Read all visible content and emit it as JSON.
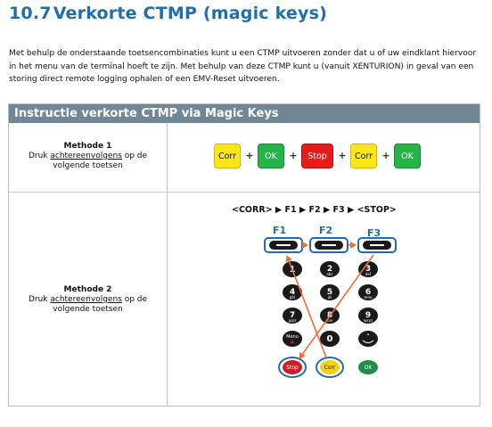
{
  "heading": {
    "number": "10.7",
    "title": "Verkorte CTMP (magic keys)"
  },
  "intro": "Met behulp de onderstaande toetsencombinaties kunt u een CTMP uitvoeren zonder dat u of uw eindklant hiervoor in het menu van de terminal hoeft te zijn. Met behulp van deze CTMP kunt u (vanuit XENTURION) in geval van een storing direct remote logging ophalen of een EMV-Reset uitvoeren.",
  "panel": {
    "title": "Instructie verkorte CTMP via Magic Keys",
    "method1": {
      "title": "Methode 1",
      "line_pre": "Druk ",
      "line_underlined": "achtereenvolgens",
      "line_post": " op de",
      "line2": "volgende toetsen"
    },
    "method2": {
      "title": "Methode 2",
      "line_pre": "Druk ",
      "line_underlined": "achtereenvolgens",
      "line_post": " op de",
      "line2": "volgende toetsen"
    },
    "combo_keys": [
      {
        "label": "Corr",
        "color": "#ffe61a"
      },
      {
        "label": "OK",
        "color": "#26b34a"
      },
      {
        "label": "Stop",
        "color": "#e61c1c"
      },
      {
        "label": "Corr",
        "color": "#ffe61a"
      },
      {
        "label": "OK",
        "color": "#26b34a"
      }
    ],
    "plus_sign": "+",
    "sequence": "<CORR> ▶ F1 ▶ F2 ▶ F3 ▶ <STOP>",
    "keypad": {
      "function_keys": [
        "F1",
        "F2",
        "F3"
      ],
      "digits": [
        {
          "digit": "1",
          "sub": ""
        },
        {
          "digit": "2",
          "sub": "abc"
        },
        {
          "digit": "3",
          "sub": "def"
        },
        {
          "digit": "4",
          "sub": "ghi"
        },
        {
          "digit": "5",
          "sub": "jkl"
        },
        {
          "digit": "6",
          "sub": "mno"
        },
        {
          "digit": "7",
          "sub": "pqrs"
        },
        {
          "digit": "8",
          "sub": "tuv"
        },
        {
          "digit": "9",
          "sub": "wxyz"
        }
      ],
      "menu_label": "Menu",
      "zero": "0",
      "stop_label": "Stop",
      "corr_label": "Corr",
      "ok_label": "OK"
    }
  },
  "colors": {
    "heading": "#1f6fae",
    "panel_header": "#708796",
    "highlight_outline": "#1f6fae",
    "arrow": "#f26b3a",
    "key_dark": "#1a1a1a"
  }
}
